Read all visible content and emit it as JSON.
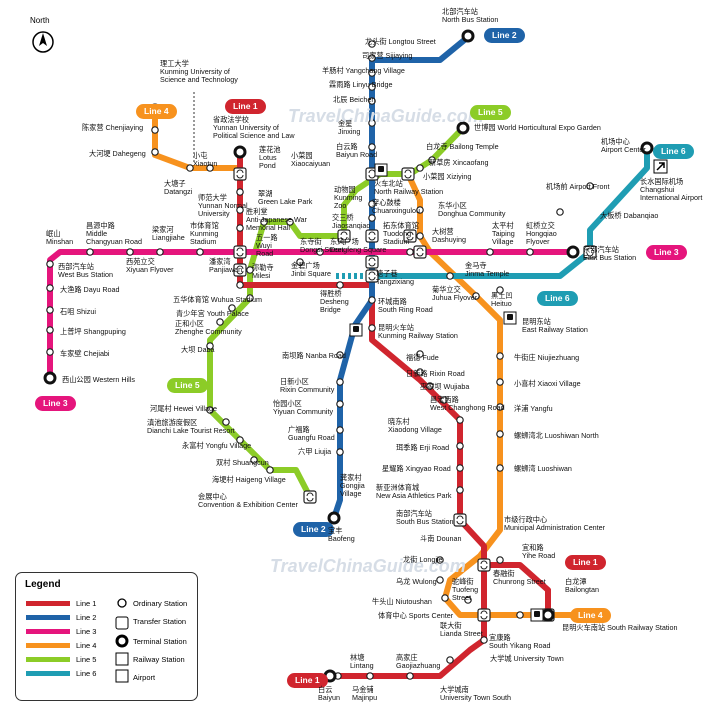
{
  "colors": {
    "line1": "#d0252e",
    "line2": "#1f63a8",
    "line3": "#e5157c",
    "line4": "#f7921e",
    "line5": "#8ccc27",
    "line6": "#1f9db3"
  },
  "watermarks": [
    "TravelChinaGuide.com",
    "TravelChinaGuide.com"
  ],
  "compass": {
    "label": "North",
    "icon": "compass-icon"
  },
  "badges": {
    "line1_top": "Line 1",
    "line1_right": "Line 1",
    "line1_bottom": "Line 1",
    "line2_top": "Line 2",
    "line2_bottom": "Line 2",
    "line3_left": "Line 3",
    "line3_right": "Line 3",
    "line4_top": "Line 4",
    "line4_right": "Line 4",
    "line5_top": "Line 5",
    "line5_left": "Line 5",
    "line6_top": "Line 6",
    "line6_mid": "Line 6"
  },
  "legend": {
    "title": "Legend",
    "lines": [
      "Line 1",
      "Line 2",
      "Line 3",
      "Line 4",
      "Line 5",
      "Line 6"
    ],
    "symbols": [
      "Ordinary Station",
      "Transfer Station",
      "Terminal Station",
      "Railway Station",
      "Airport"
    ]
  },
  "stations": {
    "north_bus": "北部汽车站\nNorth Bus Station",
    "longtou": "龙头街 Longtou Street",
    "sijiaying": "司家营 Sijiaying",
    "yangchang": "羊肠村 Yangchang Village",
    "linyu": "霖雨路 Linyu Bridge",
    "beichen": "北辰 Beichen",
    "jinxing": "金星\nJinxing",
    "baiyun": "白云路\nBaiyun Road",
    "north_rail": "火车北站\nNorth Railway Station",
    "chuanxin": "穿心鼓楼\nChuanxingulou",
    "jiaosanqiao": "交三桥\nJiaosanqiao",
    "dongfeng": "东风广场\nDongfeng Square",
    "tangzixiang": "塘子巷\nTangzixiang",
    "south_ring": "环城南路\nSouth Ring Road",
    "kunming_rail": "昆明火车站\nKunming Railway Station",
    "nanba": "南坝路 Nanba Road",
    "rixin_comm": "日新小区\nRixin Community",
    "yiyuan": "怡园小区\nYiyuan Community",
    "guangfu": "广福路\nGuangfu Road",
    "liujia": "六甲 Liujia",
    "gongjia": "龚家村\nGongjia\nVillage",
    "baofeng": "宝丰\nBaofeng",
    "univ_sci": "理工大学\nKunming University of\nScience and Technology",
    "yunnan_univ": "省政法学校\nYunnan University of\nPolitical Science and Law",
    "xiaotun": "小屯\nXiaotun",
    "lotus": "莲花池\nLotus\nPond",
    "xiaocaiyuan": "小菜园\nXiaocaiyuan",
    "dataqi": "大塘子\nDatangzi",
    "normal_univ": "师范大学\nYunnan Normal\nUniversity",
    "wuyi": "五一路\nWuyi\nRoad",
    "milesi": "弥勒寺\nMilesi",
    "dongsi": "东寺街\nDongsi Street",
    "chenjiaying": "陈家营 Chenjiaying",
    "dahedi": "大河埂 Dahegeng",
    "greenlake": "翠湖\nGreen Lake Park",
    "shengli": "胜利堂\nAnti-Japanese War\nMemorial Hall",
    "kunming_zoo": "动物园\nKunming\nZoo",
    "shiboyuan": "世博园 World Horticultural Expo Garden",
    "bailong": "白龙寺 Bailong Temple",
    "xincaofang": "新草房 Xincaofang",
    "xiziying": "小菜园 Xiziying",
    "donghua": "东华小区\nDonghua Community",
    "tuodong": "拓东体育馆\nTuodong\nStadium",
    "dashuying": "大树营\nDashuying",
    "jinma": "金马寺\nJinma Temple",
    "taiping": "太平村\nTaiping\nVillage",
    "hongqiao": "虹桥立交\nHongqiao\nFlyover",
    "east_bus": "东部汽车站\nEast Bus Station",
    "minshan": "岷山\nMinshan",
    "changyuan": "昌源中路\nMiddle\nChangyuan Road",
    "liangjiahe": "梁家河\nLiangjiahe",
    "xiyuan": "西苑立交\nXiyuan Flyover",
    "ks_stadium": "市体育馆\nKunming\nStadium",
    "panjiawan": "潘家湾\nPanjiawan",
    "west_bus": "西部汽车站\nWest Bus Station",
    "dayu": "大渔路 Dayu Road",
    "shizui": "石咀 Shizui",
    "shangpuping": "上普坪 Shangpuping",
    "chejiabi": "车家壁 Chejiabi",
    "western_hills": "西山公园 Western Hills",
    "airport_center": "机场中心\nAirport Center",
    "airport_front": "机场前 Airport Front",
    "changshui": "长水国际机场\nChangshui\nInternational Airport",
    "dabanqiao": "大板桥 Dabanqiao",
    "jinbi": "金碧广场\nJinbi Square",
    "desheng": "得胜桥\nDesheng\nBridge",
    "wuhua": "五华体育馆 Wuhua Stadium",
    "qingshao": "青少年宫 Youth Palace",
    "zhengtai": "正和小区\nZhenghe Community",
    "daba": "大坝 Daba",
    "hewei": "河尾村 Hewei Village",
    "dianchi": "滇池旅游度假区\nDianchi Lake Tourist Resort",
    "yongfu": "永富村 Yongfu Village",
    "shuangcun": "双村 Shuangcun",
    "haigeng": "海埂村 Haigeng Village",
    "convention": "会展中心\nConvention & Exhibition Center",
    "juhua": "菊华立交\nJuhua Flyover",
    "heituo": "黑土凹\nHeituo",
    "east_rail": "昆明东站\nEast Railway Station",
    "niujiezhuang": "牛街庄 Niujiezhuang",
    "xiaoxi": "小喜村 Xiaoxi Village",
    "yangfu": "洋浦 Yangfu",
    "luoshiwan_n": "螺蛳湾北 Luoshiwan North",
    "luoshiwan": "螺蛳湾 Luoshiwan",
    "fude": "福德 Fude",
    "rixin_road": "日新路 Rixin Road",
    "wujiaba": "巫家坝 Wujiaba",
    "changhong": "昌宏西路\nWest Changhong Road",
    "xiaodong": "晓东村\nXiaodong Village",
    "erji": "珥季路 Erji Road",
    "xingyao": "星耀路 Xingyao Road",
    "new_asia": "新亚洲体育城\nNew Asia Athletics Park",
    "south_bus": "南部汽车站\nSouth Bus Station",
    "dounan": "斗南 Dounan",
    "muni": "市级行政中心\nMunicipal Administration Center",
    "longjie": "龙街 Longjie",
    "wulong": "乌龙 Wulong",
    "tuofeng": "驼峰街\nTuofeng\nStreet",
    "chunrong": "春融街\nChunrong Street",
    "yihe": "宜和路\nYihe Road",
    "bailongtan": "白龙潭\nBailongtan",
    "niutoushan": "牛头山 Niutoushan",
    "sports": "体育中心 Sports Center",
    "lianda": "联大街\nLianda Street",
    "south_rail": "昆明火车南站 South Railway Station",
    "yikang": "宜康路\nSouth Yikang Road",
    "univ_street": "大学城 University Town",
    "lintang": "林塘\nLintang",
    "gaojiazhuang": "高家庄\nGaojiazhuang",
    "baiyun_term": "白云\nBaiyun",
    "majinpu": "马金铺\nMajinpu",
    "univ_south": "大学城南\nUniversity Town South"
  }
}
